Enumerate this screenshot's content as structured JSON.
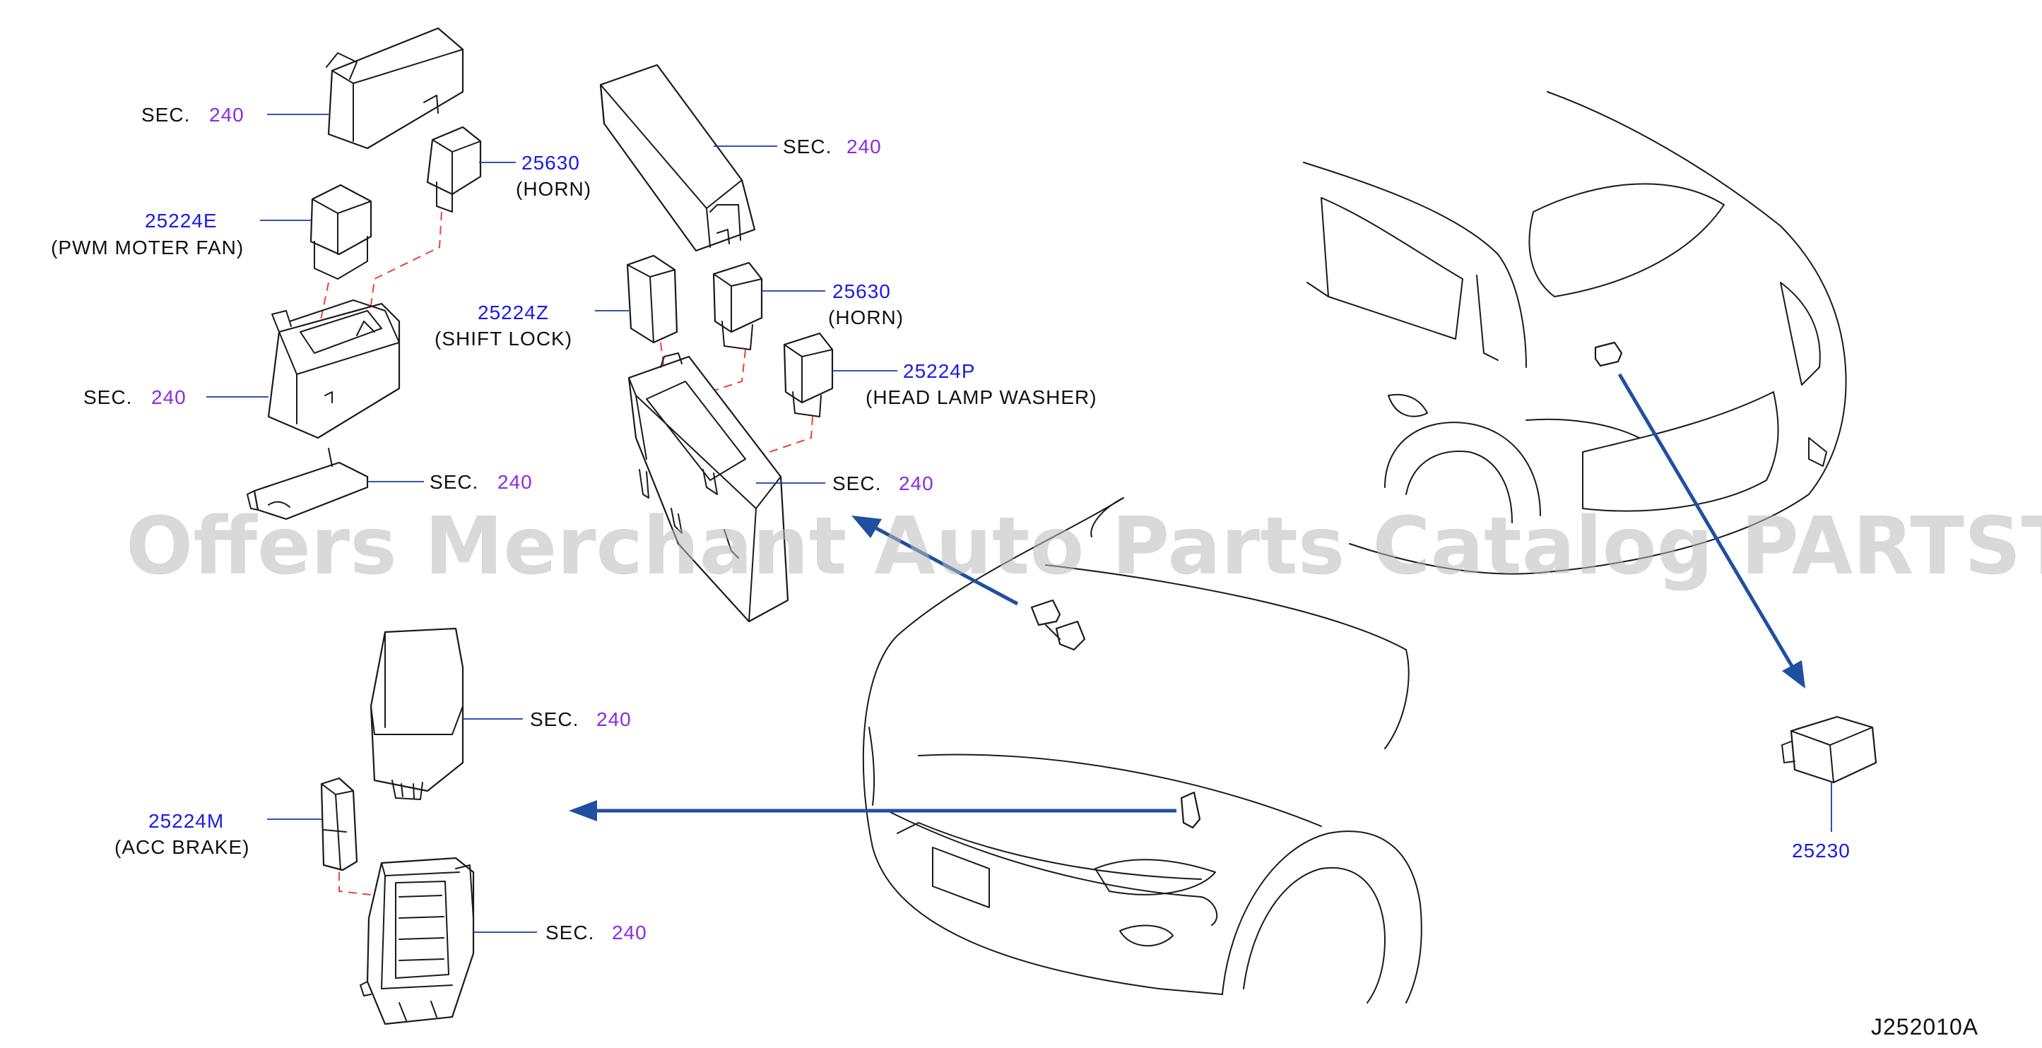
{
  "labels": {
    "sec": "SEC.",
    "sec_num": "240",
    "p25630": "25630",
    "horn": "(HORN)",
    "p25224E": "25224E",
    "pwm_fan": "(PWM   MOTER   FAN)",
    "p25224Z": "25224Z",
    "shift_lock": "(SHIFT   LOCK)",
    "p25224P": "25224P",
    "head_lamp": "(HEAD   LAMP   WASHER)",
    "p25224M": "25224M",
    "acc_brake": "(ACC   BRAKE)",
    "p25230": "25230",
    "diagram_id": "J252010A"
  },
  "watermark": "Offers Merchant Auto Parts Catalog PARTSTORE.SA",
  "colors": {
    "part_number": "#1a1ae6",
    "section_ref": "#8b2be2",
    "leader": "#1a3aa8",
    "arrow": "#1f4fa0",
    "dashed_guide": "#e8443a"
  }
}
